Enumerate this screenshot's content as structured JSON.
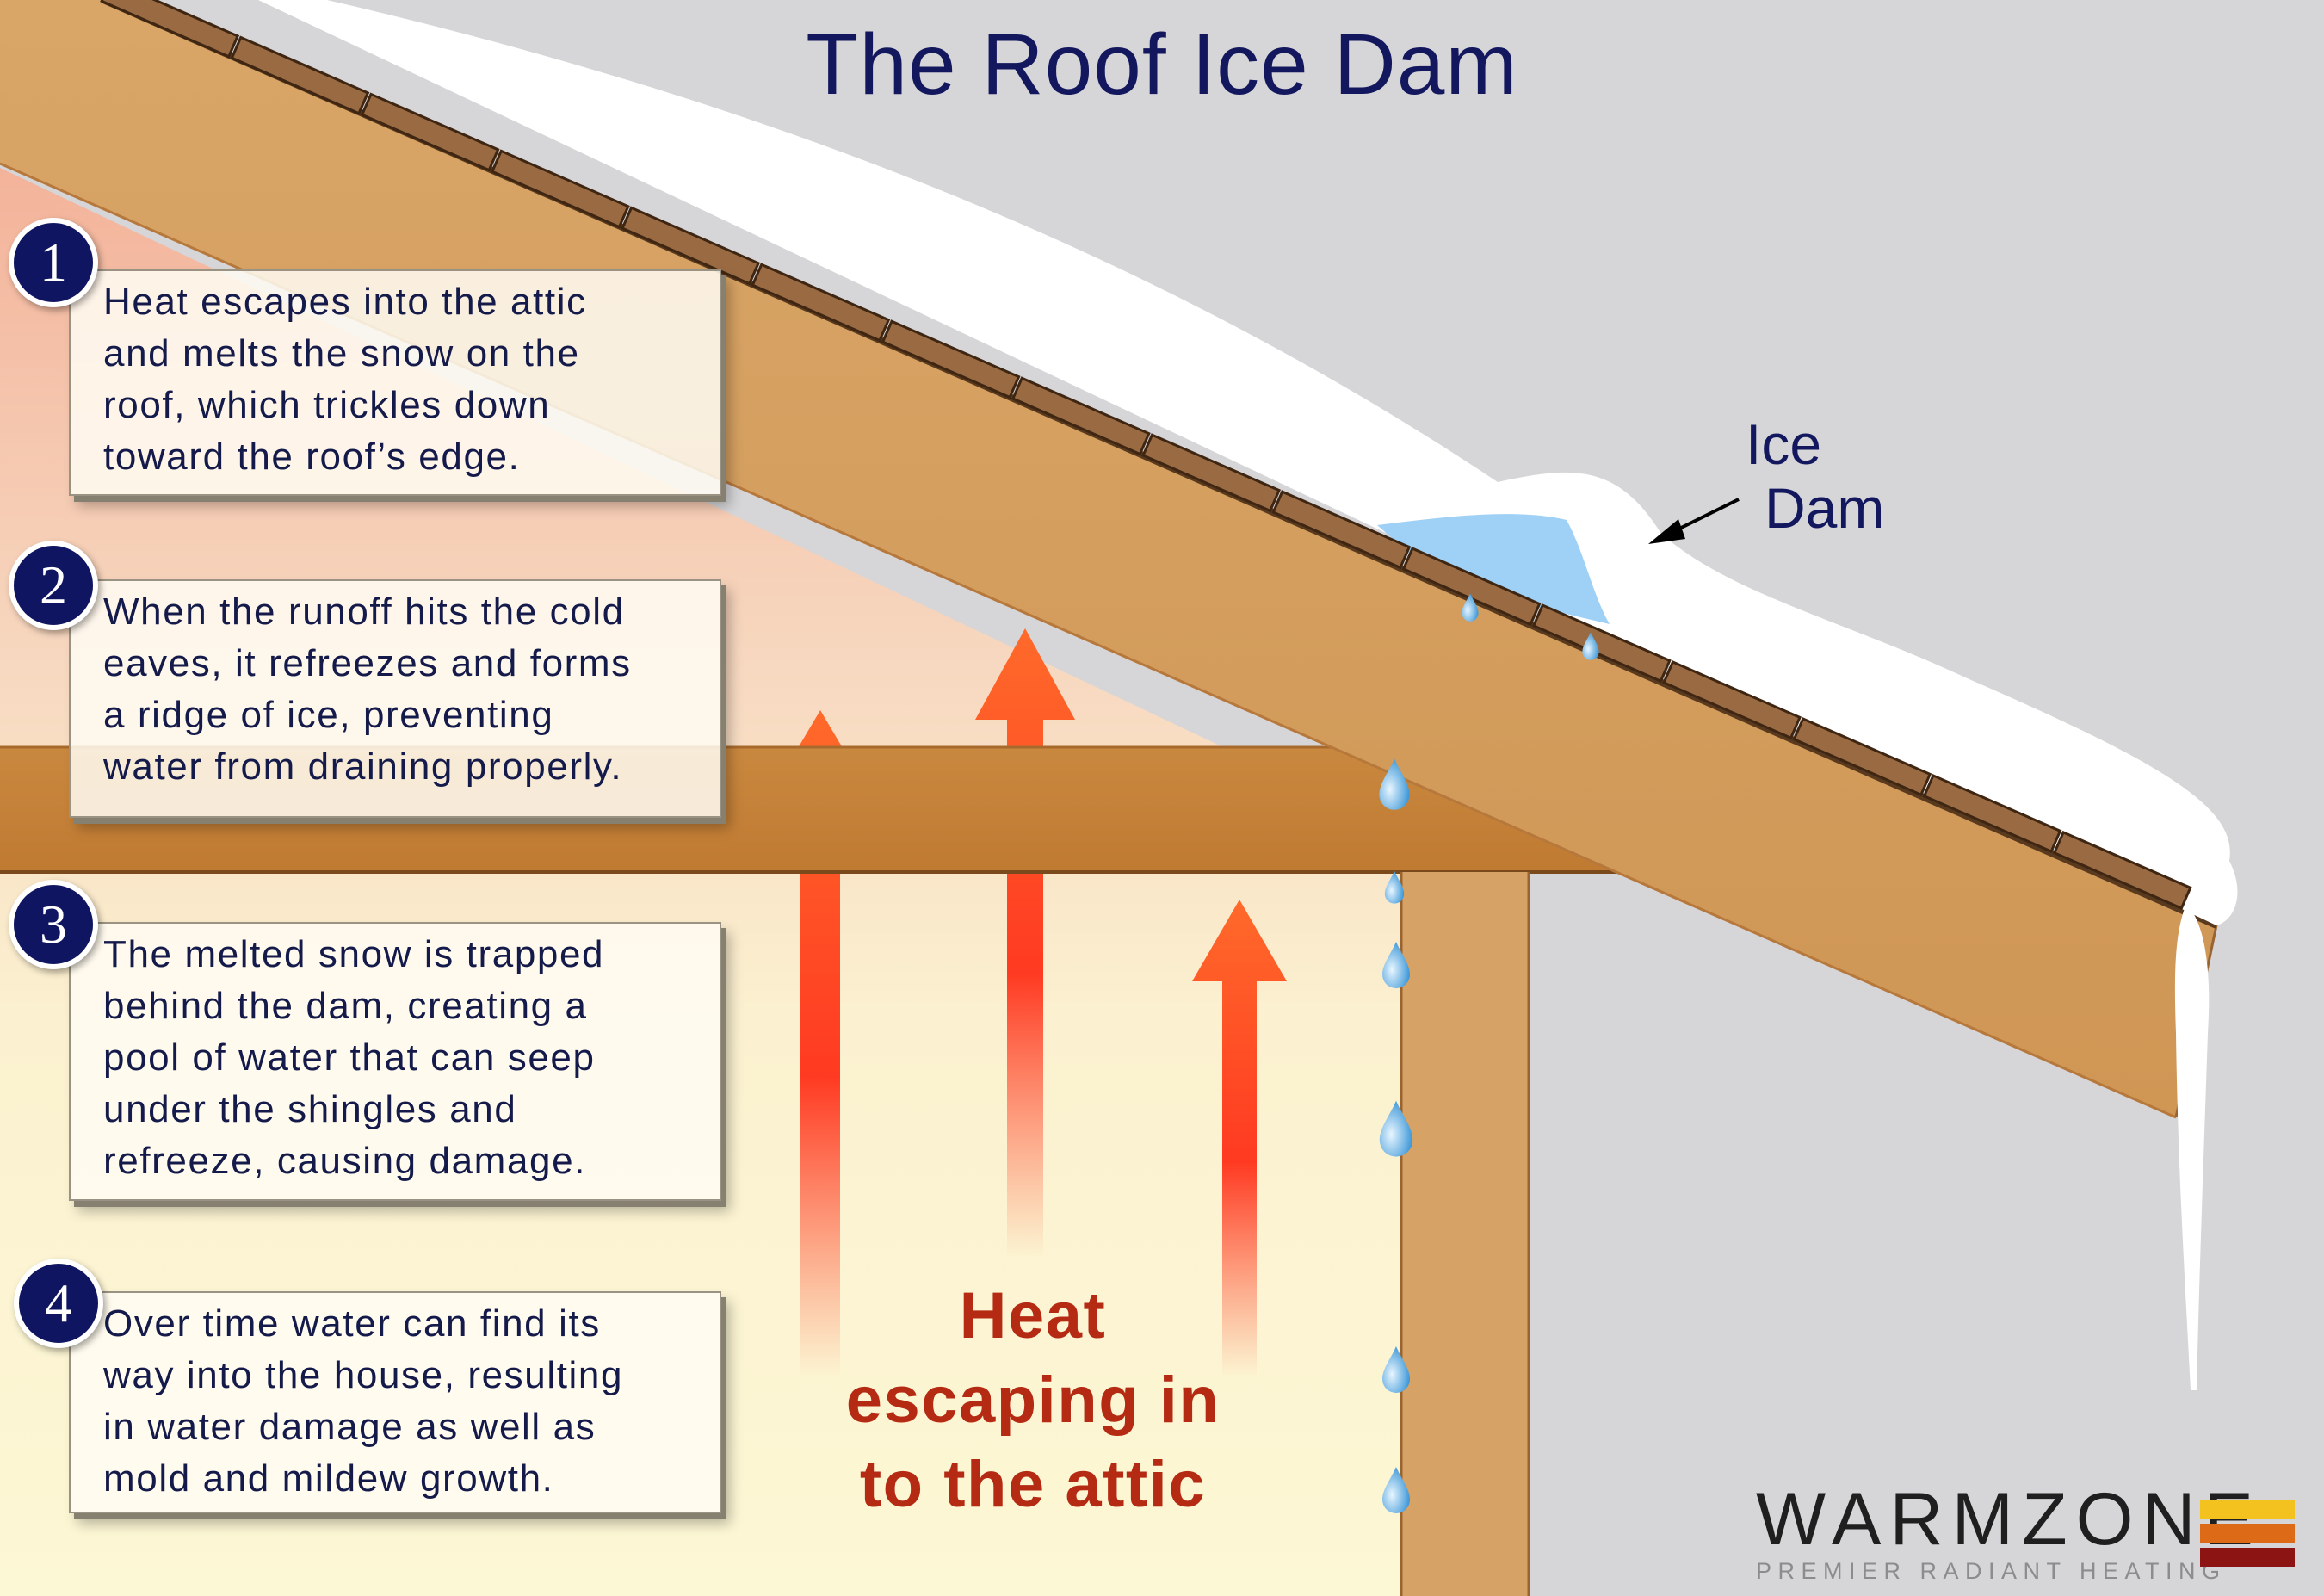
{
  "title": "The Roof Ice Dam",
  "callout": {
    "line1": "Ice",
    "line2": "Dam"
  },
  "steps": [
    {
      "number": "1",
      "lines": [
        "Heat escapes into the attic",
        "and melts the snow on the",
        "roof, which trickles down",
        "toward the roof’s edge."
      ]
    },
    {
      "number": "2",
      "lines": [
        "When the runoff hits the cold",
        "eaves, it refreezes and forms",
        "a ridge of ice, preventing",
        "water from draining properly."
      ]
    },
    {
      "number": "3",
      "lines": [
        "The melted snow is trapped",
        "behind the dam, creating a",
        "pool of water that can seep",
        "under the shingles and",
        "refreeze, causing damage."
      ]
    },
    {
      "number": "4",
      "lines": [
        "Over time water can find its",
        "way into the house, resulting",
        "in water damage as well as",
        "mold and mildew growth."
      ]
    }
  ],
  "heat_label": {
    "lines": [
      "Heat",
      "escaping in",
      "to the attic"
    ]
  },
  "brand": {
    "name": "WARMZONE",
    "tagline": "PREMIER RADIANT HEATING",
    "bar_colors": [
      "#f4c21f",
      "#dc6a17",
      "#8c1412"
    ]
  },
  "colors": {
    "wall_sky": "#d6d5d8",
    "wood": "#d49e5c",
    "wood_dark": "#c68540",
    "shingle": "#9a6b43",
    "snow": "#ffffff",
    "melt_water": "#9fd0f5",
    "title_navy": "#12175e",
    "heat_red": "#b52a12"
  }
}
